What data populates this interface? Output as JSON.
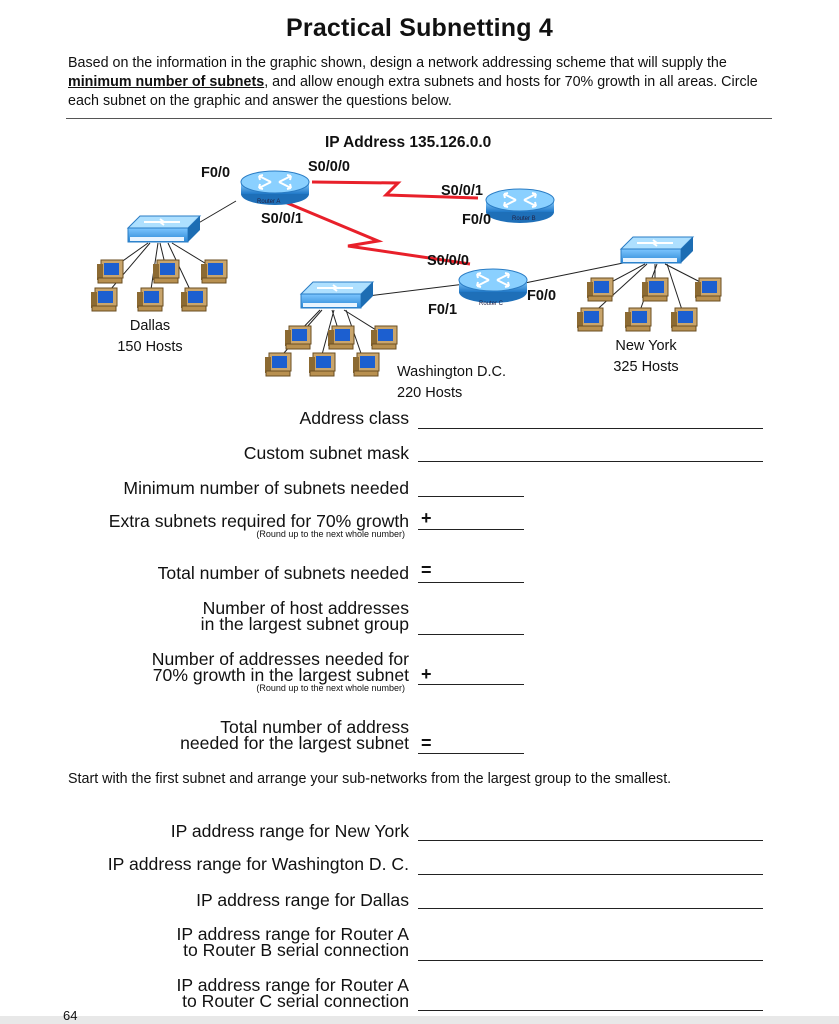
{
  "title": "Practical Subnetting  4",
  "intro": {
    "before": "Based on the information in the graphic shown, design a network addressing scheme that will supply the ",
    "emphasis": "minimum number of subnets",
    "after": ", and allow enough extra subnets and hosts for 70% growth in all areas.  Circle each subnet on the graphic and answer the questions below."
  },
  "diagram": {
    "ip_address": "IP Address 135.126.0.0",
    "router_a": {
      "name": "Router A",
      "f00": "F0/0",
      "s000": "S0/0/0",
      "s001": "S0/0/1"
    },
    "router_b": {
      "name": "Router B",
      "s001": "S0/0/1",
      "f00": "F0/0"
    },
    "router_c": {
      "name": "Router C",
      "s000": "S0/0/0",
      "f01": "F0/1",
      "f00": "F0/0"
    },
    "dallas": {
      "name": "Dallas",
      "hosts": "150 Hosts"
    },
    "washington": {
      "name": "Washington D.C.",
      "hosts": "220 Hosts"
    },
    "newyork": {
      "name": "New York",
      "hosts": "325 Hosts"
    },
    "colors": {
      "link_red": "#e8202a",
      "device_blue": "#2f8fd8",
      "lan_line": "#222222"
    }
  },
  "questions": {
    "address_class": "Address class",
    "custom_mask": "Custom subnet mask",
    "min_subnets": "Minimum number of subnets needed",
    "extra_subnets": "Extra subnets required for 70% growth",
    "round_note": "(Round up to the next whole number)",
    "total_subnets": "Total number of subnets needed",
    "host_addr_line1": "Number of host addresses",
    "host_addr_line2": "in the largest subnet group",
    "growth_line1": "Number of addresses needed for",
    "growth_line2": "70% growth in the largest subnet",
    "total_addr_line1": "Total number of address",
    "total_addr_line2": "needed for the largest subnet",
    "plus": "+",
    "equals": "="
  },
  "start_text": "Start with the first subnet and arrange your sub-networks from the largest group to the smallest.",
  "ranges": {
    "ny": "IP address range for New York",
    "dc": "IP address range for Washington D. C.",
    "dallas": "IP address range for Dallas",
    "ab_line1": "IP address range for Router A",
    "ab_line2": "to Router B serial connection",
    "ac_line1": "IP address range for Router A",
    "ac_line2": "to Router C serial connection"
  },
  "page_number": "64"
}
